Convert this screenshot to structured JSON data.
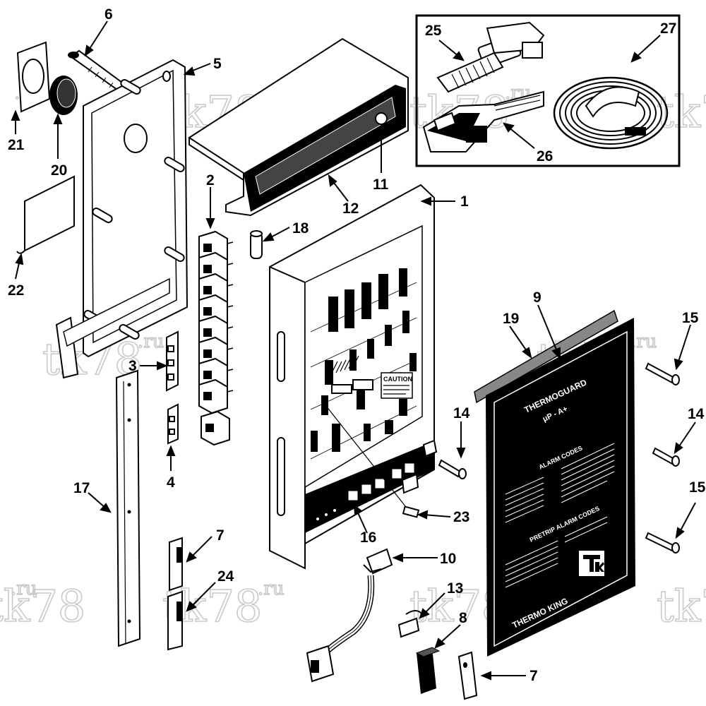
{
  "watermark": {
    "text": "tk78",
    "suffix": ".ru"
  },
  "callouts": [
    {
      "id": "c1",
      "label": "1"
    },
    {
      "id": "c2",
      "label": "2"
    },
    {
      "id": "c3",
      "label": "3"
    },
    {
      "id": "c4",
      "label": "4"
    },
    {
      "id": "c5",
      "label": "5"
    },
    {
      "id": "c6",
      "label": "6"
    },
    {
      "id": "c7a",
      "label": "7"
    },
    {
      "id": "c7b",
      "label": "7"
    },
    {
      "id": "c8",
      "label": "8"
    },
    {
      "id": "c9",
      "label": "9"
    },
    {
      "id": "c10",
      "label": "10"
    },
    {
      "id": "c11",
      "label": "11"
    },
    {
      "id": "c12",
      "label": "12"
    },
    {
      "id": "c13",
      "label": "13"
    },
    {
      "id": "c14a",
      "label": "14"
    },
    {
      "id": "c14b",
      "label": "14"
    },
    {
      "id": "c15a",
      "label": "15"
    },
    {
      "id": "c15b",
      "label": "15"
    },
    {
      "id": "c16",
      "label": "16"
    },
    {
      "id": "c17",
      "label": "17"
    },
    {
      "id": "c18",
      "label": "18"
    },
    {
      "id": "c19",
      "label": "19"
    },
    {
      "id": "c20",
      "label": "20"
    },
    {
      "id": "c21",
      "label": "21"
    },
    {
      "id": "c22",
      "label": "22"
    },
    {
      "id": "c23",
      "label": "23"
    },
    {
      "id": "c24",
      "label": "24"
    },
    {
      "id": "c25",
      "label": "25"
    },
    {
      "id": "c26",
      "label": "26"
    },
    {
      "id": "c27",
      "label": "27"
    }
  ],
  "board": {
    "caution_label": "CAUTION"
  },
  "panel": {
    "brand_line1": "THERMOGUARD",
    "brand_line2": "μP - A+",
    "alarm_heading": "ALARM CODES",
    "pretrip_heading": "PRETRIP ALARM CODES",
    "maker": "THERMO KING"
  }
}
